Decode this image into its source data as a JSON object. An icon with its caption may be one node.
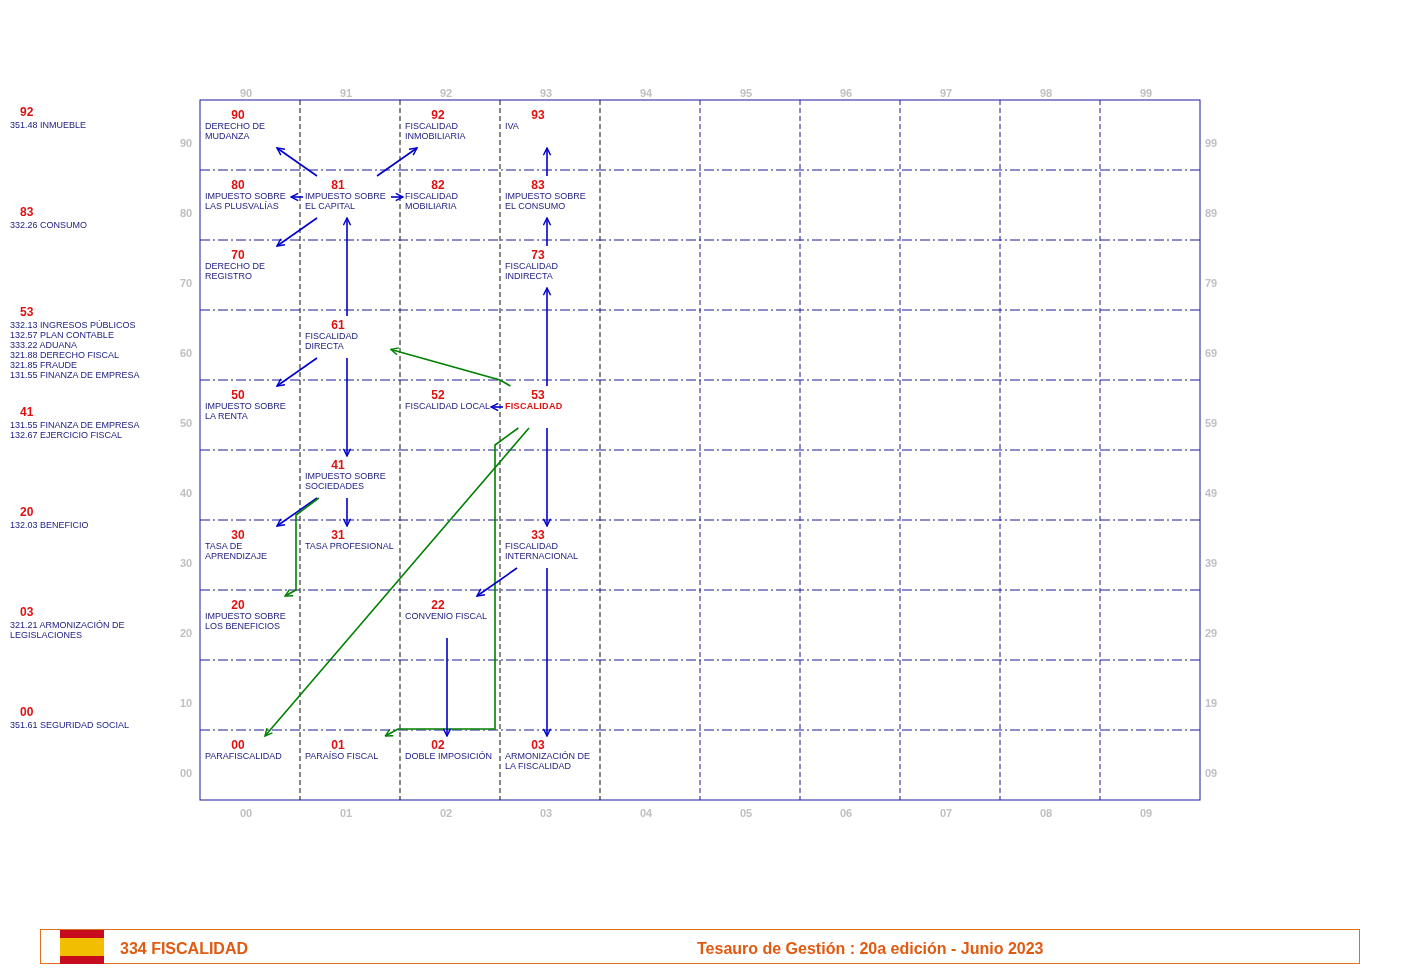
{
  "diagram": {
    "title": "334 FISCALIDAD",
    "caption": "Tesauro de Gestión : 20a edición - Junio 2023",
    "nodes": [
      {
        "text": [
          "90",
          "DERECHO DE MUDANZA"
        ]
      },
      {
        "text": [
          "92",
          "FISCALIDAD INMOBILIARIA"
        ]
      },
      {
        "text": [
          "93",
          "IVA"
        ]
      },
      {
        "text": [
          "80",
          "IMPUESTO SOBRE LAS PLUSVALÍAS"
        ]
      },
      {
        "text": [
          "81",
          "IMPUESTO SOBRE EL CAPITAL"
        ]
      },
      {
        "text": [
          "82",
          "FISCALIDAD MOBILIARIA"
        ]
      },
      {
        "text": [
          "83",
          "IMPUESTO SOBRE EL CONSUMO"
        ]
      },
      {
        "text": [
          "70",
          "DERECHO DE REGISTRO"
        ]
      },
      {
        "text": [
          "73",
          "FISCALIDAD INDIRECTA"
        ]
      },
      {
        "text": [
          "61",
          "FISCALIDAD DIRECTA"
        ]
      },
      {
        "text": [
          "50",
          "IMPUESTO SOBRE LA RENTA"
        ]
      },
      {
        "text": [
          "52",
          "FISCALIDAD LOCAL"
        ]
      },
      {
        "text": [
          "53",
          "FISCALIDAD"
        ]
      },
      {
        "text": [
          "41",
          "IMPUESTO SOBRE SOCIEDADES"
        ]
      },
      {
        "text": [
          "30",
          "TASA DE APRENDIZAJE"
        ]
      },
      {
        "text": [
          "31",
          "TASA PROFESIONAL"
        ]
      },
      {
        "text": [
          "33",
          "FISCALIDAD INTERNACIONAL"
        ]
      },
      {
        "text": [
          "20",
          "IMPUESTO SOBRE LOS BENEFICIOS"
        ]
      },
      {
        "text": [
          "22",
          "CONVENIO FISCAL"
        ]
      },
      {
        "text": [
          "00",
          "PARAFISCALIDAD"
        ]
      },
      {
        "text": [
          "01",
          "PARAÍSO FISCAL"
        ]
      },
      {
        "text": [
          "02",
          "DOBLE IMPOSICIÓN"
        ]
      },
      {
        "text": [
          "03",
          "ARMONIZACIÓN DE LA FISCALIDAD"
        ]
      }
    ],
    "edges": [
      {
        "from": 4,
        "to": 0,
        "arrow": "to"
      },
      {
        "from": 4,
        "to": 3,
        "arrow": "to"
      },
      {
        "from": 4,
        "to": 1,
        "arrow": "to"
      },
      {
        "from": 4,
        "to": 5,
        "arrow": "to"
      },
      {
        "from": 4,
        "to": 7,
        "arrow": "to"
      },
      {
        "from": 9,
        "to": 4,
        "arrow": "to"
      },
      {
        "from": 6,
        "to": 2,
        "arrow": "to"
      },
      {
        "from": 8,
        "to": 6,
        "arrow": "to"
      },
      {
        "from": 12,
        "to": 8,
        "arrow": "to"
      },
      {
        "from": 12,
        "to": 11,
        "arrow": "to"
      },
      {
        "from": 12,
        "to": 9,
        "arrow": "to",
        "color": "#008000"
      },
      {
        "from": 9,
        "to": 10,
        "arrow": "to"
      },
      {
        "from": 9,
        "to": 13,
        "arrow": "to"
      },
      {
        "from": 12,
        "to": 19,
        "arrow": "to",
        "color": "#008000"
      },
      {
        "from": 12,
        "to": 20,
        "arrow": "to",
        "color": "#008000"
      },
      {
        "from": 13,
        "to": 14,
        "arrow": "to"
      },
      {
        "from": 13,
        "to": 15,
        "arrow": "to"
      },
      {
        "from": 13,
        "to": 17,
        "arrow": "to",
        "color": "#008000"
      },
      {
        "from": 12,
        "to": 16,
        "arrow": "to"
      },
      {
        "from": 16,
        "to": 18,
        "arrow": "to"
      },
      {
        "from": 16,
        "to": 22,
        "arrow": "to"
      },
      {
        "from": 18,
        "to": 21,
        "arrow": "to"
      }
    ],
    "labels": [
      "90",
      "91",
      "92",
      "93",
      "94",
      "95",
      "96",
      "97",
      "98",
      "99",
      "00",
      "01",
      "02",
      "03",
      "04",
      "05",
      "06",
      "07",
      "08",
      "09",
      "90",
      "80",
      "70",
      "60",
      "50",
      "40",
      "30",
      "20",
      "10",
      "00",
      "99",
      "89",
      "79",
      "69",
      "59",
      "49",
      "39",
      "29",
      "19",
      "09",
      "92",
      "351.48 INMUEBLE",
      "83",
      "332.26 CONSUMO",
      "53",
      "332.13 INGRESOS PÚBLICOS",
      "132.57 PLAN CONTABLE",
      "333.22 ADUANA",
      "321.88 DERECHO FISCAL",
      "321.85 FRAUDE",
      "131.55 FINANZA DE EMPRESA",
      "41",
      "131.55 FINANZA DE EMPRESA",
      "132.67 EJERCICIO FISCAL",
      "20",
      "132.03 BENEFICIO",
      "03",
      "321.21 ARMONIZACIÓN DE LEGISLACIONES",
      "00",
      "351.61 SEGURIDAD SOCIAL"
    ]
  }
}
